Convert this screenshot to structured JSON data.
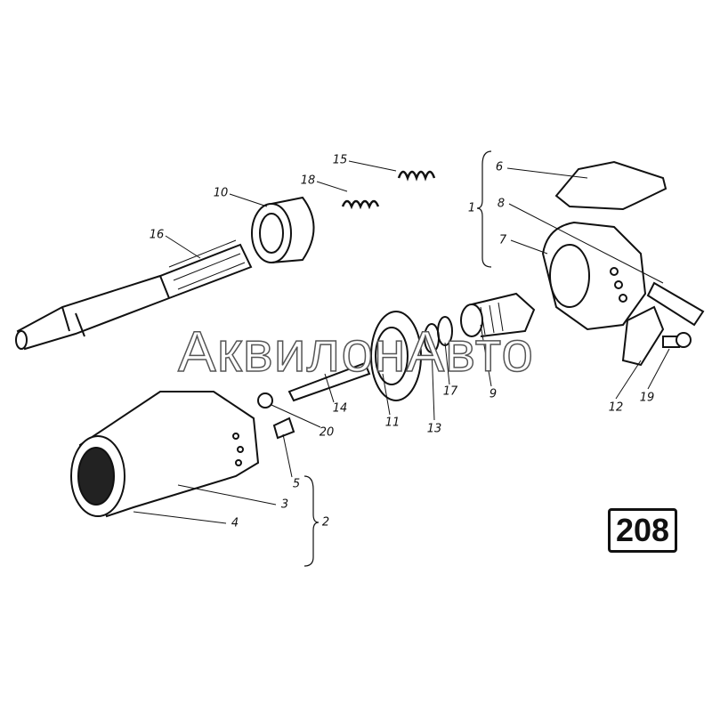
{
  "diagram": {
    "labels": {
      "l1": "1",
      "l2": "2",
      "l3": "3",
      "l4": "4",
      "l5": "5",
      "l6": "6",
      "l7": "7",
      "l8": "8",
      "l9": "9",
      "l10": "10",
      "l11": "11",
      "l12": "12",
      "l13": "13",
      "l14": "14",
      "l15": "15",
      "l16": "16",
      "l17": "17",
      "l18": "18",
      "l19": "19",
      "l20": "20"
    },
    "page_number": "208",
    "watermark": "АквилонАвто"
  }
}
